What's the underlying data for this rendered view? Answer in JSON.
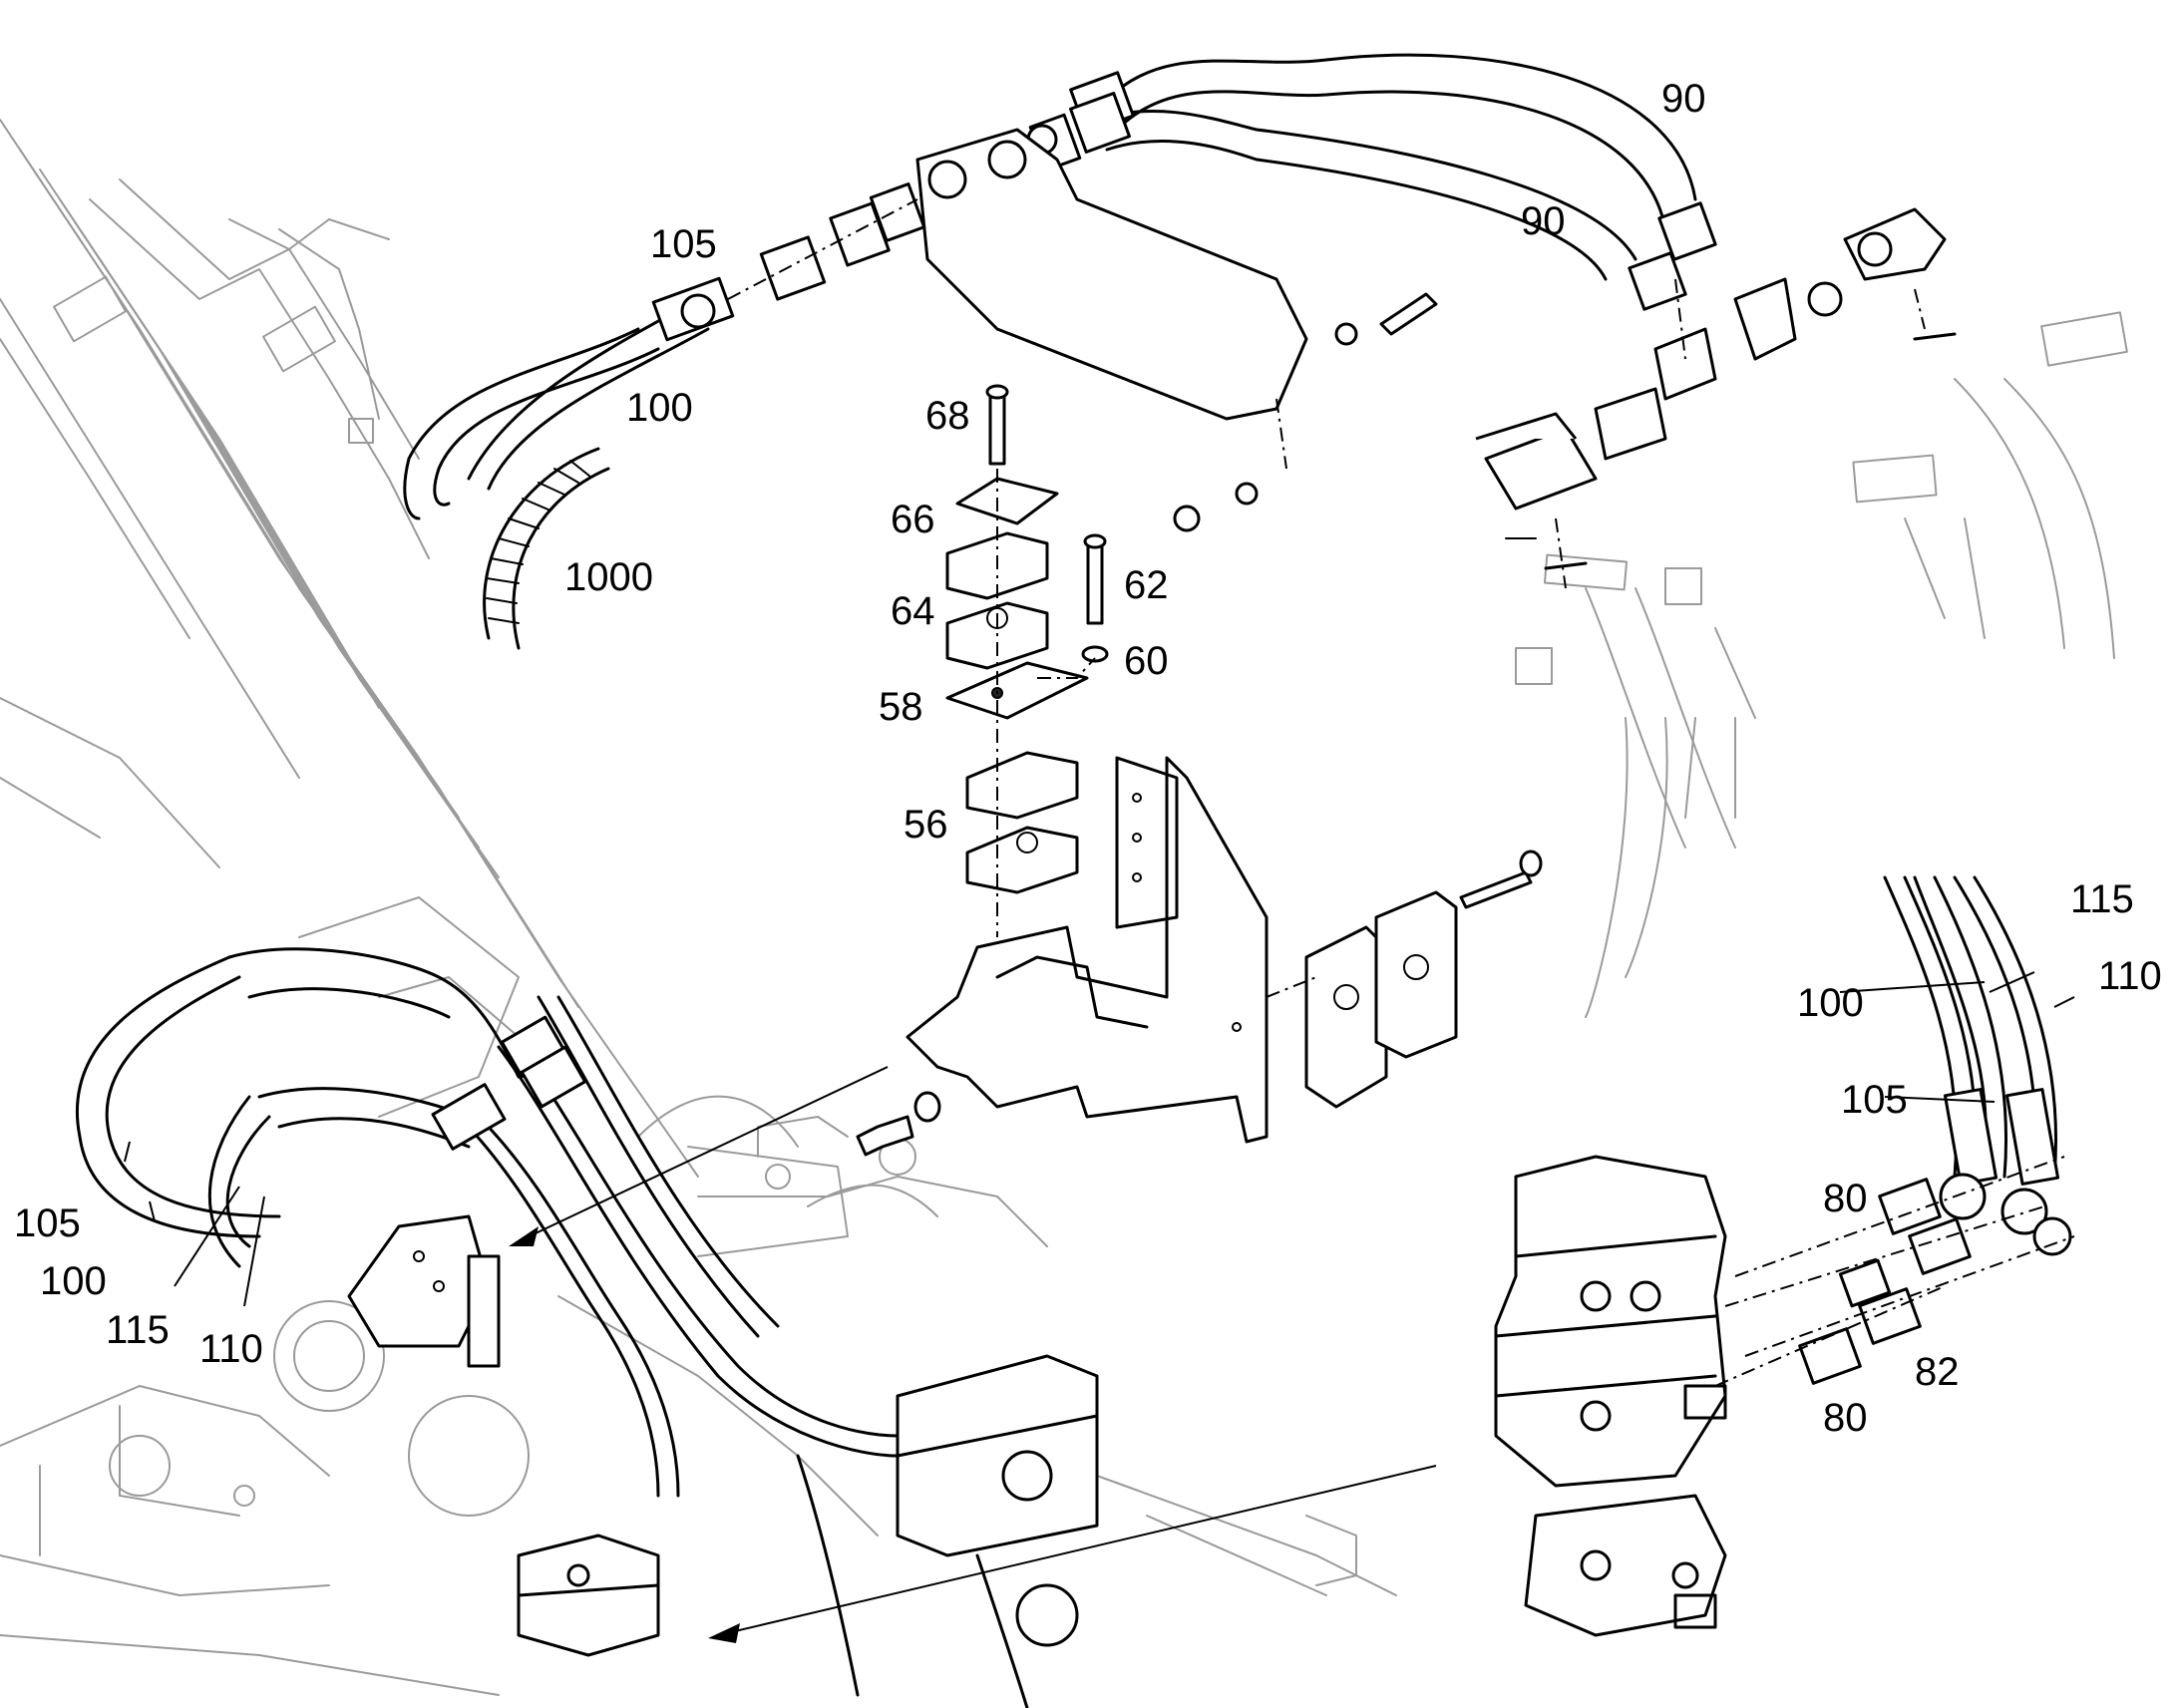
{
  "callouts": {
    "c90_top": "90",
    "c90_mid": "90",
    "c105_top": "105",
    "c100_top": "100",
    "c1000": "1000",
    "c68": "68",
    "c66": "66",
    "c64": "64",
    "c62": "62",
    "c60": "60",
    "c58": "58",
    "c56": "56",
    "c115_right": "115",
    "c110_right": "110",
    "c100_right": "100",
    "c105_right": "105",
    "c80_top": "80",
    "c82": "82",
    "c80_bottom": "80",
    "c105_left": "105",
    "c100_left": "100",
    "c115_left": "115",
    "c110_left": "110"
  }
}
